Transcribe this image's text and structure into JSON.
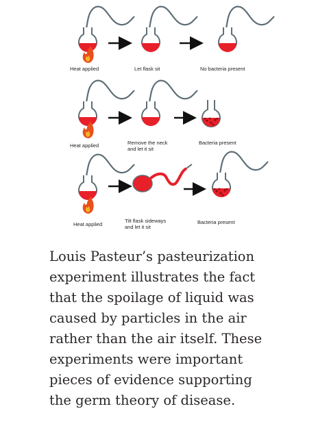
{
  "colors": {
    "liquid": "#e8202a",
    "glass": "#5e6e76",
    "arrow": "#111111",
    "flame_outer": "#e8501c",
    "flame_inner": "#f7b228",
    "bacteria": "#8b0d12",
    "text": "#2a2626"
  },
  "rows": [
    {
      "labels": {
        "heat": "Heat applied",
        "step2": "Let flask sit",
        "result": "No bacteria present"
      }
    },
    {
      "labels": {
        "heat": "Heat applied",
        "step2": "Remove the neck\nand let it sit",
        "result": "Bacteria present"
      }
    },
    {
      "labels": {
        "heat": "Heat applied",
        "step2": "Tilt flask sideways\nand let it sit",
        "result": "Bacteria present"
      }
    }
  ],
  "caption": {
    "lines": [
      "Louis Pasteur’s pasteurization",
      "experiment illustrates the fact",
      "that the spoilage of liquid was",
      "caused by particles in the air",
      "rather than the air itself. These",
      "experiments were important",
      "pieces of evidence supporting",
      "the germ theory of disease."
    ]
  }
}
